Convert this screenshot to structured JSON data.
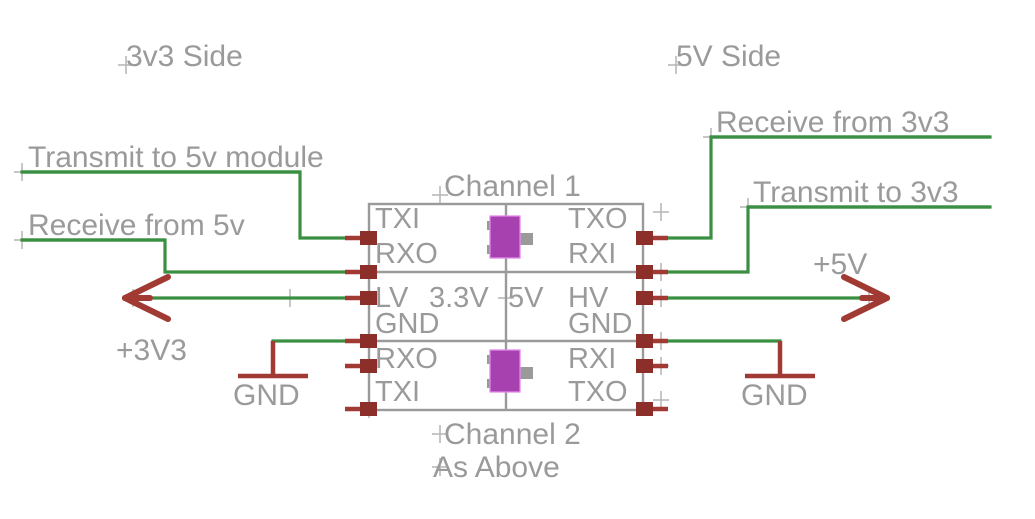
{
  "diagram": {
    "title_left": "3v3 Side",
    "title_right": "5V Side",
    "component": {
      "channel1_label": "Channel 1",
      "channel2_label": "Channel 2",
      "channel2_note": "As Above",
      "center_left_label": "3.3V",
      "center_right_label": "5V",
      "purple_color": "#a841b0",
      "outline_color": "#9a9a9a",
      "pins_left": [
        {
          "name": "TXI"
        },
        {
          "name": "RXO"
        },
        {
          "name": "LV"
        },
        {
          "name": "GND"
        },
        {
          "name": "RXO"
        },
        {
          "name": "TXI"
        }
      ],
      "pins_right": [
        {
          "name": "TXO"
        },
        {
          "name": "RXI"
        },
        {
          "name": "HV"
        },
        {
          "name": "GND"
        },
        {
          "name": "RXI"
        },
        {
          "name": "TXO"
        }
      ]
    },
    "nets_left": [
      {
        "label": "Transmit to 5v module"
      },
      {
        "label": "Receive from 5v"
      }
    ],
    "nets_right": [
      {
        "label": "Receive from 3v3"
      },
      {
        "label": "Transmit to 3v3"
      }
    ],
    "power_left": "+3V3",
    "power_right": "+5V",
    "gnd_left": "GND",
    "gnd_right": "GND",
    "colors": {
      "wire_green": "#3a8f42",
      "pin_red": "#a03a33",
      "text_gray": "#9a9a9a",
      "background": "#ffffff"
    }
  }
}
